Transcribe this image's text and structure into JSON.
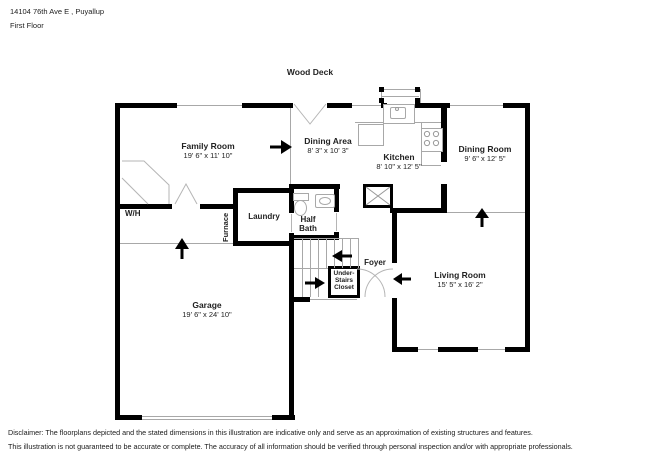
{
  "header": {
    "address": "14104 76th Ave E , Puyallup",
    "floor_label": "First Floor"
  },
  "deck_label": "Wood Deck",
  "rooms": {
    "family_room": {
      "name": "Family Room",
      "dims": "19' 6\" x 11' 10\""
    },
    "dining_area": {
      "name": "Dining Area",
      "dims": "8' 3\" x 10' 3\""
    },
    "kitchen": {
      "name": "Kitchen",
      "dims": "8' 10\" x 12' 5\""
    },
    "dining_room": {
      "name": "Dining Room",
      "dims": "9' 6\" x 12' 5\""
    },
    "living_room": {
      "name": "Living Room",
      "dims": "15' 5\" x 16' 2\""
    },
    "garage": {
      "name": "Garage",
      "dims": "19' 6\" x 24' 10\""
    },
    "laundry": {
      "name": "Laundry"
    },
    "half_bath": {
      "name": "Half Bath"
    },
    "foyer": {
      "name": "Foyer"
    },
    "water_heater": {
      "name": "W/H"
    },
    "furnace": {
      "name": "Furnace"
    },
    "under_stairs_closet": {
      "lines": [
        "Under-",
        "Stairs",
        "Closet"
      ]
    }
  },
  "disclaimer": {
    "line1": "Disclaimer: The floorplans depicted and the stated dimensions in this illustration are indicative only and serve as an approximation of existing structures and features.",
    "line2": "This illustration is not guaranteed to be accurate or complete. The accuracy of all information should be verified through personal inspection and/or with appropriate professionals."
  },
  "colors": {
    "wall": "#000000",
    "thin_line": "#a8a8a8",
    "door_line": "#b5b5b5",
    "text": "#222222"
  }
}
